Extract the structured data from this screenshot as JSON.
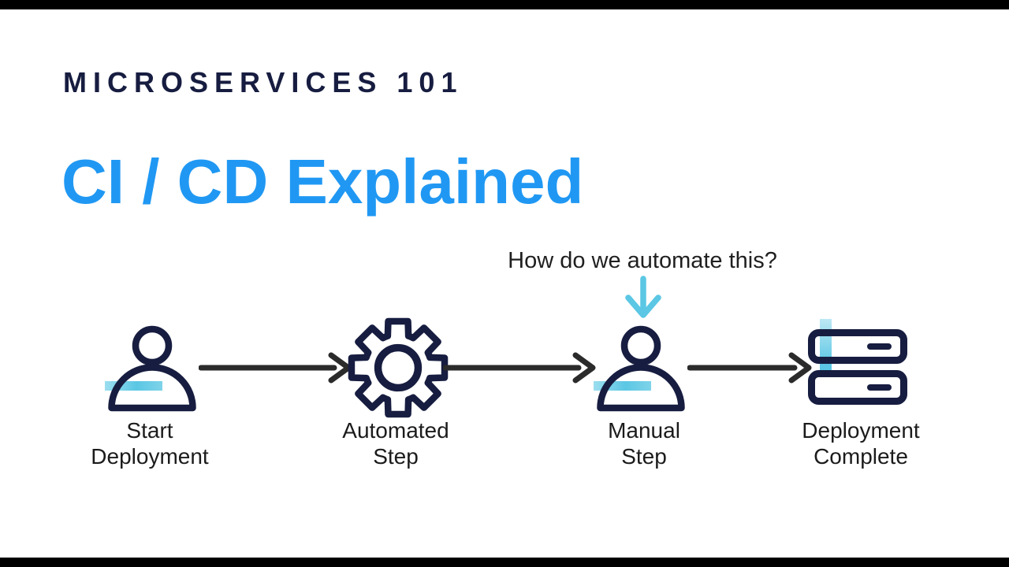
{
  "page": {
    "background": "#ffffff",
    "letterbox_color": "#000000"
  },
  "header": {
    "kicker": "MICROSERVICES 101",
    "kicker_color": "#171d40",
    "title": "CI / CD Explained",
    "title_color": "#2098f3"
  },
  "annotation": {
    "text": "How do we automate this?",
    "text_color": "#1f1f1f",
    "arrow_icon": "down-arrow",
    "arrow_color": "#5bc7e4",
    "points_to": "Manual Step"
  },
  "flow": {
    "icon_color": "#171d40",
    "connector_color": "#2b2b2b",
    "highlight_color": "#5bc7e4",
    "steps": [
      {
        "icon": "person",
        "label_line1": "Start",
        "label_line2": "Deployment"
      },
      {
        "icon": "gear",
        "label_line1": "Automated",
        "label_line2": "Step"
      },
      {
        "icon": "person",
        "label_line1": "Manual",
        "label_line2": "Step"
      },
      {
        "icon": "server",
        "label_line1": "Deployment",
        "label_line2": "Complete"
      }
    ]
  }
}
